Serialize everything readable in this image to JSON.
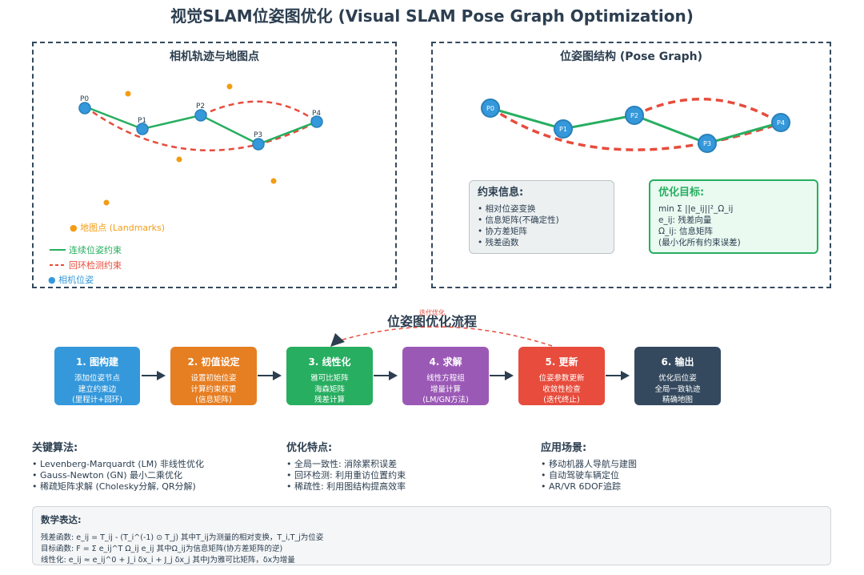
{
  "title": "视觉SLAM位姿图优化 (Visual SLAM Pose Graph Optimization)",
  "left_panel": {
    "title": "相机轨迹与地图点",
    "poses": [
      "P0",
      "P1",
      "P2",
      "P3",
      "P4"
    ],
    "legend": {
      "landmarks": "● 地图点 (Landmarks)",
      "continuous": "连续位姿约束",
      "loop": "回环检测约束",
      "camera": "● 相机位姿"
    }
  },
  "right_panel": {
    "title": "位姿图结构 (Pose Graph)",
    "nodes": [
      "P0",
      "P1",
      "P2",
      "P3",
      "P4"
    ],
    "constraint_box": {
      "title": "约束信息:",
      "items": [
        "• 相对位姿变换",
        "• 信息矩阵(不确定性)",
        "• 协方差矩阵",
        "• 残差函数"
      ]
    },
    "objective_box": {
      "title": "优化目标:",
      "lines": [
        "min Σ ||e_ij||²_Ω_ij",
        "e_ij: 残差向量",
        "Ω_ij: 信息矩阵",
        "(最小化所有约束误差)"
      ]
    }
  },
  "flow": {
    "title": "位姿图优化流程",
    "iter_label": "迭代优化",
    "steps": [
      {
        "title": "1. 图构建",
        "lines": [
          "添加位姿节点",
          "建立约束边",
          "(里程计+回环)"
        ],
        "color": "#3498db"
      },
      {
        "title": "2. 初值设定",
        "lines": [
          "设置初始位姿",
          "计算约束权重",
          "(信息矩阵)"
        ],
        "color": "#e67e22"
      },
      {
        "title": "3. 线性化",
        "lines": [
          "雅可比矩阵",
          "海森矩阵",
          "残差计算"
        ],
        "color": "#27ae60"
      },
      {
        "title": "4. 求解",
        "lines": [
          "线性方程组",
          "增量计算",
          "(LM/GN方法)"
        ],
        "color": "#9b59b6"
      },
      {
        "title": "5. 更新",
        "lines": [
          "位姿参数更新",
          "收敛性检查",
          "(迭代终止)"
        ],
        "color": "#e74c3c"
      },
      {
        "title": "6. 输出",
        "lines": [
          "优化后位姿",
          "全局一致轨迹",
          "精确地图"
        ],
        "color": "#34495e"
      }
    ]
  },
  "sections": [
    {
      "title": "关键算法:",
      "items": [
        "• Levenberg-Marquardt (LM) 非线性优化",
        "• Gauss-Newton (GN) 最小二乘优化",
        "• 稀疏矩阵求解 (Cholesky分解, QR分解)"
      ]
    },
    {
      "title": "优化特点:",
      "items": [
        "• 全局一致性: 消除累积误差",
        "• 回环检测: 利用重访位置约束",
        "• 稀疏性: 利用图结构提高效率"
      ]
    },
    {
      "title": "应用场景:",
      "items": [
        "• 移动机器人导航与建图",
        "• 自动驾驶车辆定位",
        "• AR/VR 6DOF追踪"
      ]
    }
  ],
  "math": {
    "title": "数学表达:",
    "lines": [
      "残差函数: e_ij = T_ij - (T_i^(-1) ⊙ T_j) 其中T_ij为测量的相对变换，T_i,T_j为位姿",
      "目标函数: F = Σ e_ij^T Ω_ij e_ij 其中Ω_ij为信息矩阵(协方差矩阵的逆)",
      "线性化: e_ij ≈ e_ij^0 + J_i δx_i + J_j δx_j 其中J为雅可比矩阵，δx为增量"
    ]
  },
  "colors": {
    "pose": "#3498db",
    "landmark": "#f39c12",
    "continuous": "#27ae60",
    "loop": "#e74c3c",
    "constraint_bg": "#ecf0f1",
    "objective_border": "#27ae60",
    "text": "#2c3e50"
  }
}
